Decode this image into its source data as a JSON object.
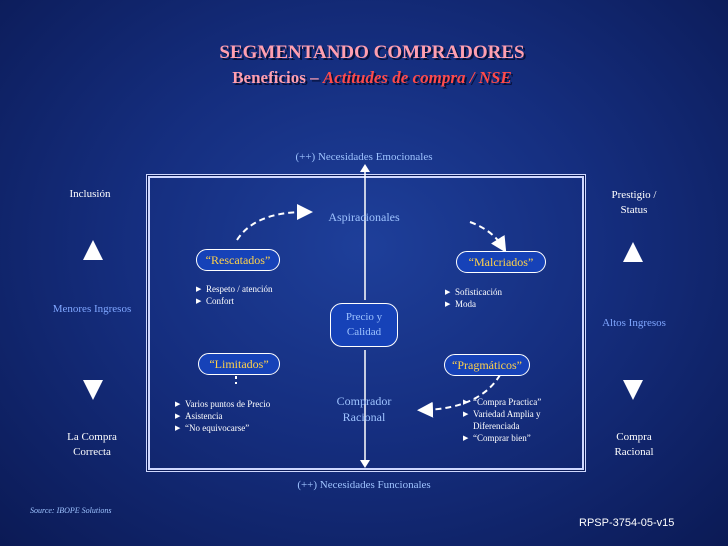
{
  "title": {
    "line1": "SEGMENTANDO COMPRADORES",
    "line2_prefix": "Beneficios –",
    "line2_emphasis": "Actitudes de compra / NSE"
  },
  "axes": {
    "top": "(++) Necesidades Emocionales",
    "bottom": "(++) Necesidades Funcionales",
    "upper_center": "Aspiracionales",
    "center_line1": "Precio y",
    "center_line2": "Calidad",
    "lower_center_line1": "Comprador",
    "lower_center_line2": "Racional"
  },
  "left": {
    "top": "Inclusión",
    "middle": "Menores Ingresos",
    "bottom_line1": "La Compra",
    "bottom_line2": "Correcta"
  },
  "right": {
    "top_line1": "Prestigio /",
    "top_line2": "Status",
    "middle": "Altos Ingresos",
    "bottom_line1": "Compra",
    "bottom_line2": "Racional"
  },
  "segments": {
    "rescatados": {
      "label": "“Rescatados”",
      "bullets": [
        "Respeto / atención",
        "Confort"
      ]
    },
    "malcriados": {
      "label": "“Malcriados”",
      "bullets": [
        "Sofisticación",
        "Moda"
      ]
    },
    "limitados": {
      "label": "“Limitados”",
      "bullets": [
        "Varios puntos de Precio",
        "Asistencia",
        "“No equivocarse”"
      ]
    },
    "pragmaticos": {
      "label": "“Pragmáticos”",
      "bullets": [
        "“Compra Practica”",
        "Variedad Amplia y Diferenciada",
        "“Comprar bien”"
      ]
    }
  },
  "source": "Source: IBOPE Solutions",
  "code": "RPSP-3754-05-v15",
  "colors": {
    "background": "#152e7f",
    "title": "#ff9fb0",
    "title_emphasis": "#ff4a4a",
    "segment_text": "#ffd24a",
    "axis_text": "#9ec3ff"
  }
}
